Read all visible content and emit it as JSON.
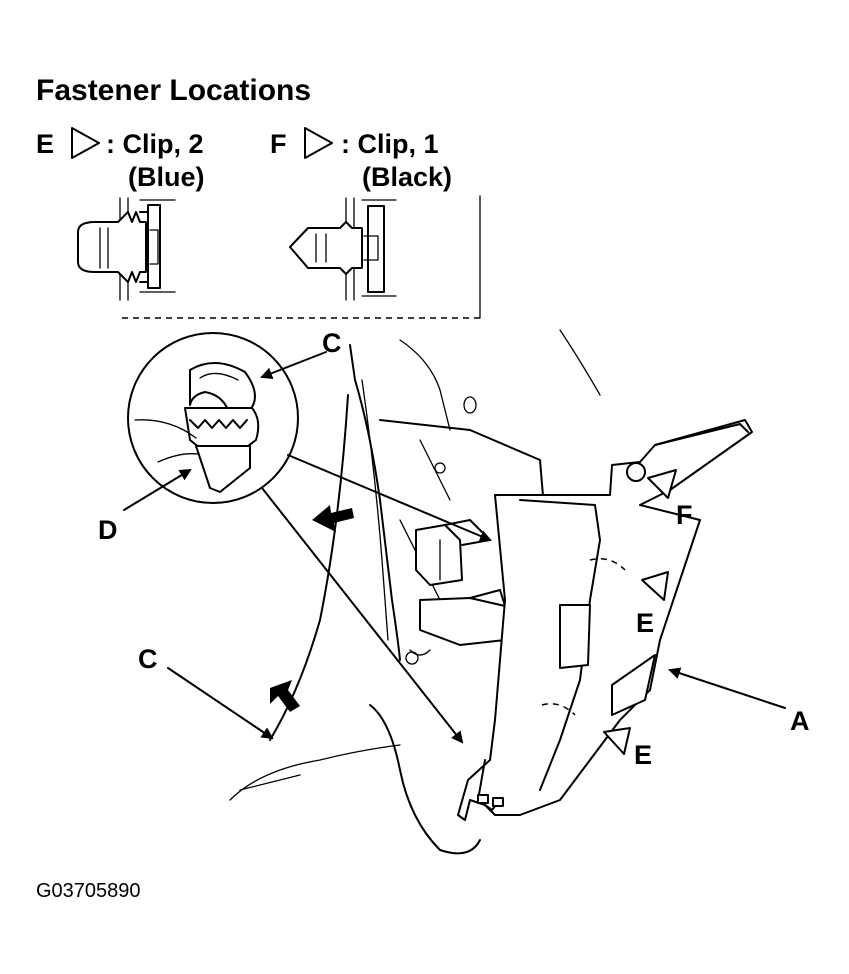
{
  "title": "Fastener Locations",
  "legend": [
    {
      "letter": "E",
      "symbol": "triangle-outline-icon",
      "text": ": Clip, 2",
      "color_text": "(Blue)"
    },
    {
      "letter": "F",
      "symbol": "triangle-outline-icon",
      "text": ": Clip, 1",
      "color_text": "(Black)"
    }
  ],
  "callouts": {
    "c_top": "C",
    "d": "D",
    "c_bottom": "C",
    "f": "F",
    "e_upper": "E",
    "e_lower": "E",
    "a": "A"
  },
  "figure_code": "G03705890"
}
